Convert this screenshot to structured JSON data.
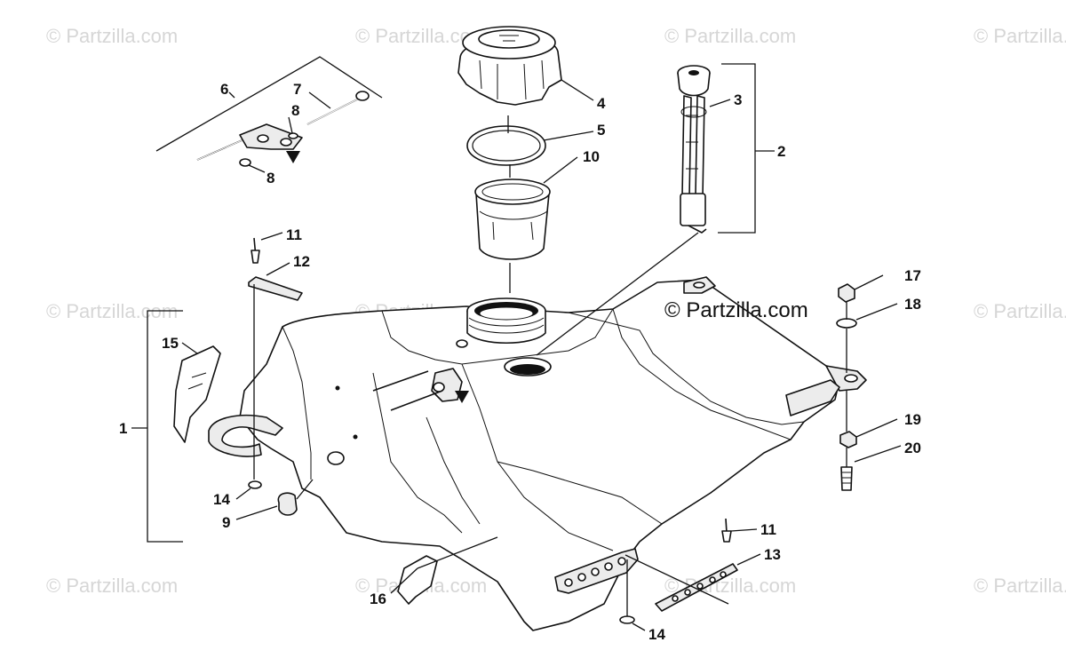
{
  "watermarks": {
    "w1": "© Partzilla.com",
    "w2": "© Partzilla.com",
    "w3": "© Partzilla.com",
    "w4": "© Partzilla.com",
    "w5": "© Partzilla.com",
    "w6": "© Partzilla.com",
    "w7": "© Partzilla.com",
    "w8": "© Partzilla.com",
    "w9": "© Partzilla.com",
    "w10": "© Partzilla.com"
  },
  "copyright": "© Partzilla.com",
  "callouts": {
    "c1": "1",
    "c2": "2",
    "c3": "3",
    "c4": "4",
    "c5": "5",
    "c6": "6",
    "c7": "7",
    "c8a": "8",
    "c8b": "8",
    "c9": "9",
    "c10": "10",
    "c11a": "11",
    "c11b": "11",
    "c12": "12",
    "c13": "13",
    "c14a": "14",
    "c14b": "14",
    "c15": "15",
    "c16": "16",
    "c17": "17",
    "c18": "18",
    "c19": "19",
    "c20": "20"
  }
}
